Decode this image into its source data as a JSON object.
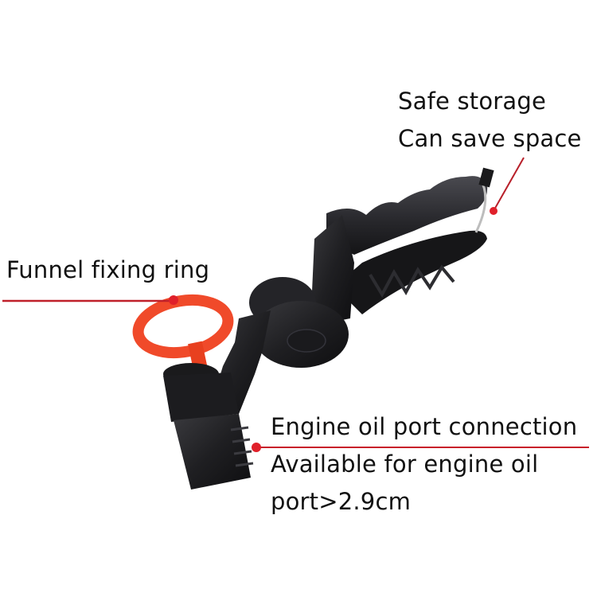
{
  "image": {
    "subject": "black folding oil funnel holder with orange funnel fixing ring",
    "background_color": "#ffffff",
    "accent_color": "#d9202a",
    "product_colors": {
      "body": "#1e1e20",
      "ring": "#f04a2a",
      "clip": "#b9b9b9"
    }
  },
  "callouts": [
    {
      "id": "storage",
      "lines": [
        "Safe storage",
        "Can save space"
      ]
    },
    {
      "id": "ring",
      "lines": [
        "Funnel fixing ring"
      ]
    },
    {
      "id": "port",
      "lines": [
        "Engine oil port connection",
        "Available for engine oil",
        "port>2.9cm"
      ]
    }
  ]
}
